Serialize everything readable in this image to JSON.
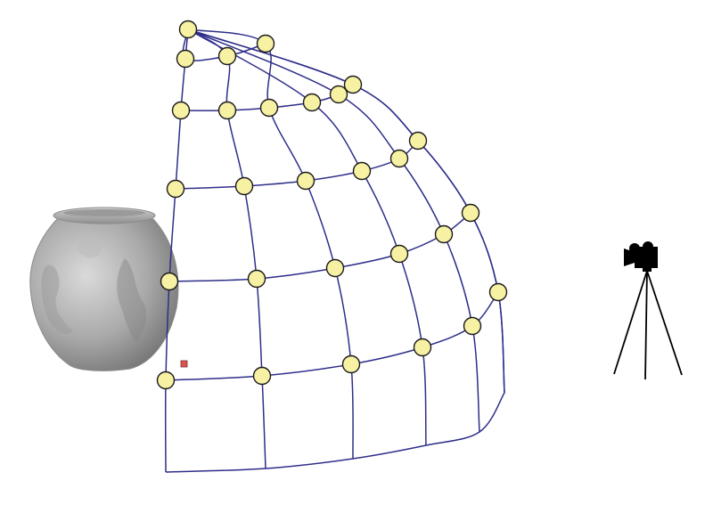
{
  "diagram": {
    "colors": {
      "grid_line": "#2e2e8a",
      "node_fill": "#f7f1a4",
      "node_stroke": "#1a1a1a",
      "marker_fill": "#d9534f",
      "vase_light": "#d2d2d2",
      "vase_dark": "#6f6f6f",
      "camera": "#000000"
    },
    "objects": [
      {
        "name": "vase",
        "icon": "clay-pot-icon"
      },
      {
        "name": "camera",
        "icon": "video-camera-on-tripod-icon"
      },
      {
        "name": "target-marker",
        "icon": "small-red-square"
      }
    ],
    "grid": {
      "rows": 6,
      "columns": 6,
      "control_points": 30
    }
  }
}
